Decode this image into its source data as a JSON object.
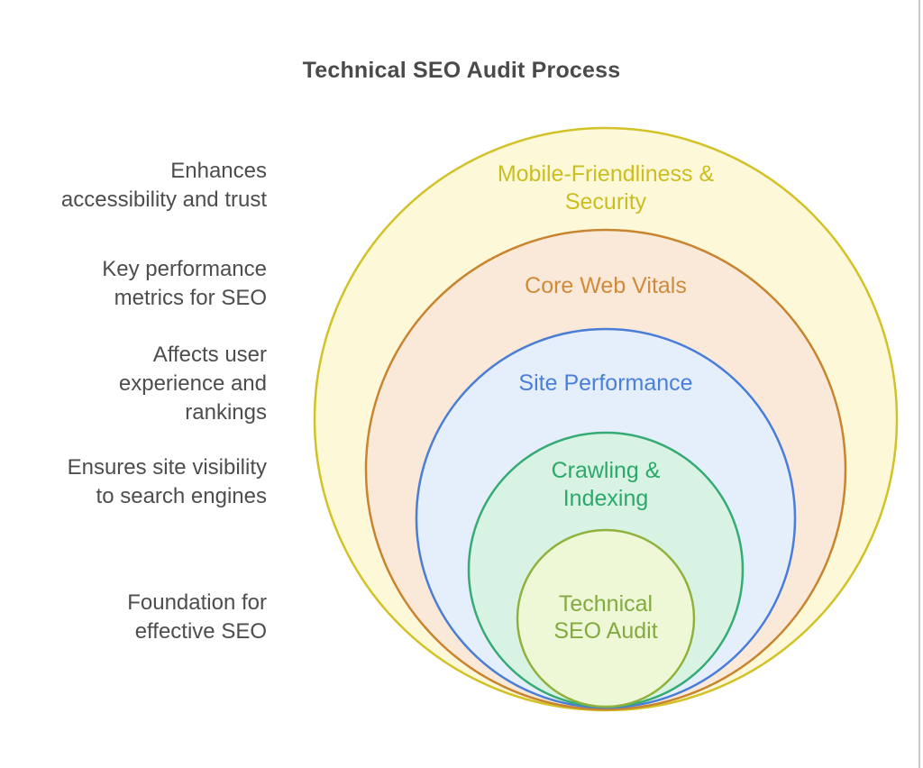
{
  "title": "Technical SEO Audit Process",
  "colors": {
    "background": "#ffffff",
    "title_text": "#4a4a4a",
    "annotation_text": "#4d4d4d",
    "edge_line": "#c9c9c9"
  },
  "annotations": [
    {
      "text": "Enhances\naccessibility and trust"
    },
    {
      "text": "Key performance\nmetrics for SEO"
    },
    {
      "text": "Affects user\nexperience and\nrankings"
    },
    {
      "text": "Ensures site visibility\nto search engines"
    },
    {
      "text": "Foundation for\neffective SEO"
    }
  ],
  "diagram": {
    "type": "nested-circles",
    "rings": [
      {
        "label": "Mobile-Friendliness & Security",
        "lines": [
          "Mobile-Friendliness &",
          "Security"
        ],
        "fill": "#fdf8d8",
        "stroke": "#d2c227",
        "text_color": "#ccbd20",
        "annotation": "Enhances accessibility and trust"
      },
      {
        "label": "Core Web Vitals",
        "lines": [
          "Core Web Vitals"
        ],
        "fill": "#fae9d9",
        "stroke": "#c8842f",
        "text_color": "#cf8a3b",
        "annotation": "Key performance metrics for SEO"
      },
      {
        "label": "Site Performance",
        "lines": [
          "Site Performance"
        ],
        "fill": "#e5eefb",
        "stroke": "#4a7dd6",
        "text_color": "#4a80d9",
        "annotation": "Affects user experience and rankings"
      },
      {
        "label": "Crawling & Indexing",
        "lines": [
          "Crawling &",
          "Indexing"
        ],
        "fill": "#d8f3e3",
        "stroke": "#36ab75",
        "text_color": "#2aa96b",
        "annotation": "Ensures site visibility to search engines"
      },
      {
        "label": "Technical SEO Audit",
        "lines": [
          "Technical",
          "SEO Audit"
        ],
        "fill": "#eef8d6",
        "stroke": "#8fb23c",
        "text_color": "#83aa40",
        "annotation": "Foundation for effective SEO"
      }
    ]
  }
}
